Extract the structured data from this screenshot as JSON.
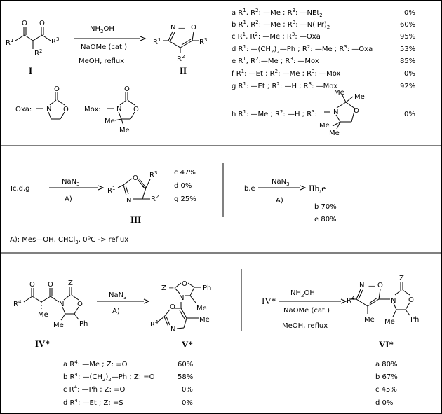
{
  "reaction1": {
    "reagent_top": "NH2OH",
    "reagent_mid": "NaOMe (cat.)",
    "reagent_bot": "MeOH, reflux",
    "start_label": "I",
    "product_label": "II",
    "start_subst": [
      "R1",
      "R2",
      "R3"
    ],
    "product_atoms": [
      "N",
      "O",
      "R1",
      "R2",
      "R3"
    ],
    "entries": [
      {
        "id": "a",
        "text": "R1, R2: —Me ; R3: —NEt2",
        "yield": "0%"
      },
      {
        "id": "b",
        "text": "R1, R2: —Me ; R3: —N(iPr)2",
        "yield": "60%"
      },
      {
        "id": "c",
        "text": "R1, R2: —Me ; R3: —Oxa",
        "yield": "95%"
      },
      {
        "id": "d",
        "text": "R1: —(CH2)2—Ph ; R2: —Me ; R3: —Oxa",
        "yield": "53%"
      },
      {
        "id": "e",
        "text": "R1, R2: —Me ; R3: —Mox",
        "yield": "85%"
      },
      {
        "id": "f",
        "text": "R1: —Et ; R2: —Me ; R3: —Mox",
        "yield": "0%"
      },
      {
        "id": "g",
        "text": "R1: —Et ; R2: —H ; R3: —Mox",
        "yield": "92%"
      },
      {
        "id": "h",
        "text": "R1: —Me ; R2: —H ; R3:",
        "yield": "0%"
      }
    ],
    "oxa_label": "Oxa:",
    "mox_label": "Mox:",
    "me_label": "Me"
  },
  "reaction2": {
    "start": "Ic,d,g",
    "reagent": "NaN3",
    "condition": "A)",
    "product_label": "III",
    "yields": [
      "c 47%",
      "d 0%",
      "g 25%"
    ]
  },
  "reaction3": {
    "start": "Ib,e",
    "reagent": "NaN3",
    "condition": "A)",
    "product": "IIb,e",
    "yields": [
      "b 70%",
      "e 80%"
    ]
  },
  "footnote": "A): Mes—OH, CHCl3, 0ºC -> reflux",
  "reaction4": {
    "start_label": "IV*",
    "reagent": "NaN3",
    "condition": "A)",
    "product_label": "V*",
    "entries": [
      {
        "id": "a",
        "text": "R4: —Me ; Z: =O",
        "yield": "60%"
      },
      {
        "id": "b",
        "text": "R4: —(CH2)2—Ph ; Z: =O",
        "yield": "58%"
      },
      {
        "id": "c",
        "text": "R4: —Ph ; Z: =O",
        "yield": "0%"
      },
      {
        "id": "d",
        "text": "R4: —Et ; Z: =S",
        "yield": "0%"
      }
    ],
    "ph": "Ph",
    "me": "Me",
    "z": "Z",
    "r4": "R4"
  },
  "reaction5": {
    "start_label": "IV*",
    "reagent_top": "NH2OH",
    "reagent_mid": "NaOMe (cat.)",
    "reagent_bot": "MeOH, reflux",
    "product_label": "VI*",
    "yields": [
      "a 80%",
      "b 67%",
      "c 45%",
      "d 0%"
    ]
  }
}
